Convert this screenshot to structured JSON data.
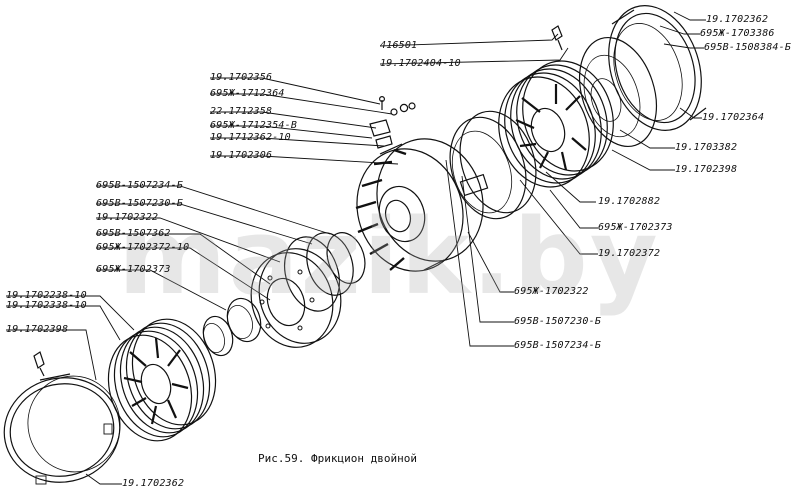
{
  "figure": {
    "caption": "Рис.59. Фрикцион двойной",
    "watermark": "mazik.by",
    "labels": {
      "l01": "416501",
      "l02": "19.1702404-10",
      "l03": "19.1702362",
      "l04": "695Ж-1703386",
      "l05": "695В-1508384-Б",
      "l06": "19.1702364",
      "l07": "19.1703382",
      "l08": "19.1702398",
      "l09": "19.1702356",
      "l10": "695Ж-1712364",
      "l11": "22.1712358",
      "l12": "695Ж-1712354-В",
      "l13": "19.1712362-10",
      "l14": "19.1702306",
      "l15": "19.1702882",
      "l16": "695В-1507234-Б",
      "l17": "695В-1507230-Б",
      "l18": "19.1702322",
      "l19": "695В-1507362",
      "l20": "695Ж-1702372-10",
      "l21": "695Ж-1702373",
      "l22": "695Ж-1702373",
      "l23": "19.1702372",
      "l24": "695Ж-1702322",
      "l25": "695В-1507230-Б",
      "l26": "695В-1507234-Б",
      "l27": "19.1702238-10",
      "l28": "19.1702338-10",
      "l29": "19.1702398",
      "l30": "19.1702362"
    }
  }
}
